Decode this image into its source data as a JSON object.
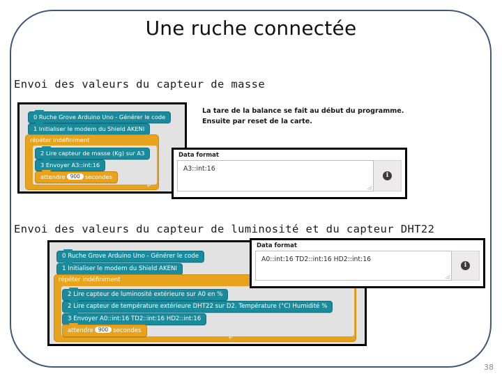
{
  "slide": {
    "title": "Une ruche connectée",
    "page_number": "38",
    "frame_color": "#3f5878"
  },
  "sections": [
    {
      "heading": "Envoi des valeurs du capteur de masse",
      "annotation": {
        "line1": "La tare de la balance se fait au début du programme.",
        "line2": "Ensuite par reset de la carte."
      },
      "program": {
        "blocks": [
          {
            "index": "0",
            "label": "0 Ruche Grove Arduino Uno - Générer le code",
            "color": "teal"
          },
          {
            "index": "1",
            "label": "1 Initialiser le modem du Shield AKENI",
            "color": "teal"
          },
          {
            "index": "loop",
            "label": "répéter indéfiniment",
            "color": "orange"
          },
          {
            "index": "2",
            "label": "2 Lire capteur de masse (Kg) sur A3",
            "color": "teal"
          },
          {
            "index": "3",
            "label": "3 Envoyer A3::int:16",
            "color": "teal"
          },
          {
            "index": "wait",
            "label_before": "attendre",
            "value": "900",
            "label_after": "secondes",
            "color": "orange"
          }
        ]
      },
      "data_format": {
        "label": "Data format",
        "value": "A3::int:16",
        "info_glyph": "i"
      }
    },
    {
      "heading": "Envoi des valeurs du capteur de luminosité et du capteur DHT22",
      "program": {
        "blocks": [
          {
            "index": "0",
            "label": "0 Ruche Grove Arduino Uno - Générer le code",
            "color": "teal"
          },
          {
            "index": "1",
            "label": "1 Initialiser le modem du Shield AKENI",
            "color": "teal"
          },
          {
            "index": "loop",
            "label": "répéter indéfiniment",
            "color": "orange"
          },
          {
            "index": "2a",
            "label": "2 Lire capteur de luminosité extérieure sur A0 en %",
            "color": "teal"
          },
          {
            "index": "2b",
            "label": "2 Lire capteur de température extérieure DHT22 sur D2. Température (°C) Humidité %",
            "color": "teal"
          },
          {
            "index": "3",
            "label": "3 Envoyer A0::int:16 TD2::int:16 HD2::int:16",
            "color": "teal"
          },
          {
            "index": "wait",
            "label_before": "attendre",
            "value": "900",
            "label_after": "secondes",
            "color": "orange"
          }
        ]
      },
      "data_format": {
        "label": "Data format",
        "value": "A0::int:16 TD2::int:16 HD2::int:16",
        "info_glyph": "i"
      }
    }
  ]
}
